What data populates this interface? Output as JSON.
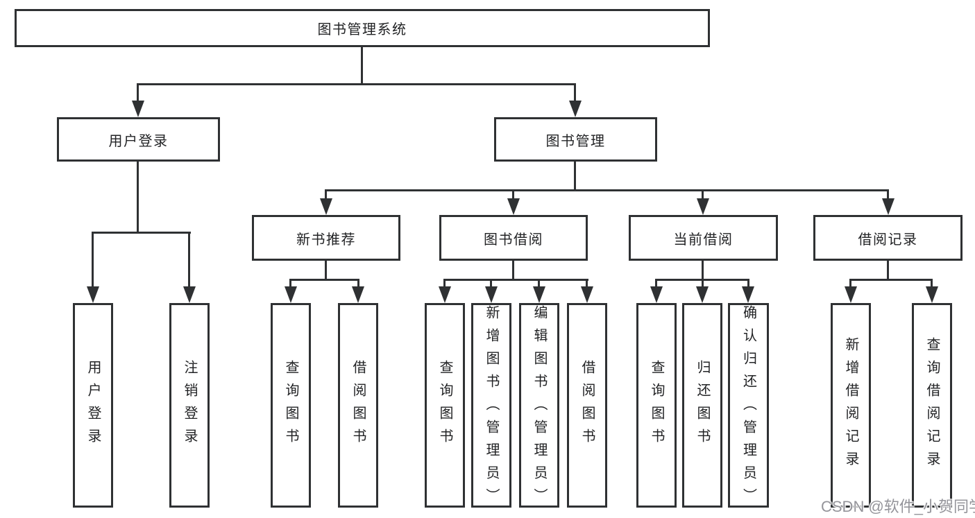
{
  "diagram": {
    "root": {
      "label": "图书管理系统"
    },
    "level2": [
      {
        "label": "用户登录"
      },
      {
        "label": "图书管理"
      }
    ],
    "level3": [
      {
        "label": "新书推荐"
      },
      {
        "label": "图书借阅"
      },
      {
        "label": "当前借阅"
      },
      {
        "label": "借阅记录"
      }
    ],
    "leaves": {
      "userLogin": [
        "用户登录",
        "注销登录"
      ],
      "newBooks": [
        "查询图书",
        "借阅图书"
      ],
      "bookBorrow": [
        "查询图书",
        "新增图书（管理员）",
        "编辑图书（管理员）",
        "借阅图书"
      ],
      "currentBorrow": [
        "查询图书",
        "归还图书",
        "确认归还（管理员）"
      ],
      "borrowRecords": [
        "新增借阅记录",
        "查询借阅记录"
      ]
    }
  },
  "watermark": {
    "text": "CSDN @软件_小贺同学"
  },
  "colors": {
    "line": "#2f3133",
    "text": "#222325",
    "watermark": "#94949a",
    "background": "#ffffff"
  }
}
